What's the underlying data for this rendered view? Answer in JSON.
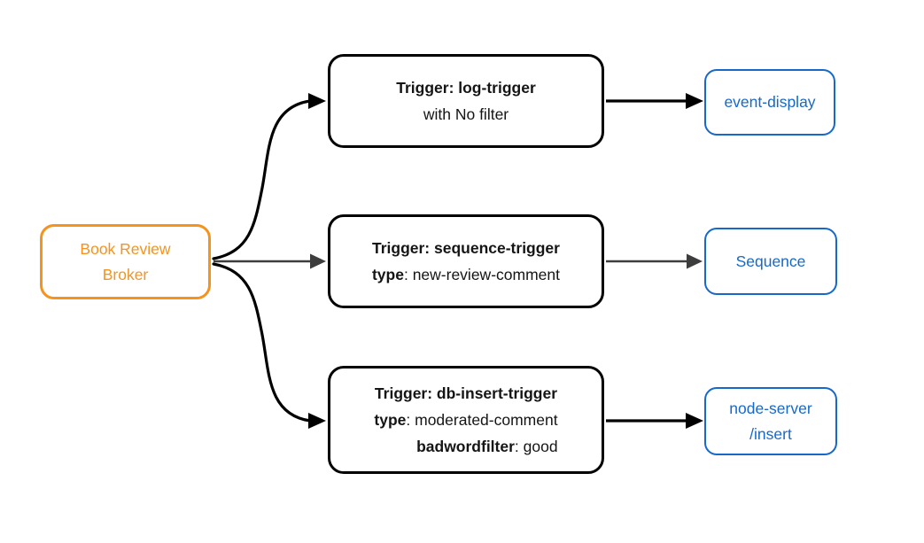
{
  "diagram_type": "event-flow",
  "broker": {
    "line1": "Book Review",
    "line2": "Broker"
  },
  "triggers": [
    {
      "title": "Trigger: log-trigger",
      "filter_note": "with No filter"
    },
    {
      "title": "Trigger: sequence-trigger",
      "attr1_key": "type",
      "attr1_value": ": new-review-comment"
    },
    {
      "title": "Trigger: db-insert-trigger",
      "attr1_key": "type",
      "attr1_value": ": moderated-comment",
      "attr2_key": "badwordfilter",
      "attr2_value": ": good"
    }
  ],
  "sinks": [
    {
      "label": "event-display"
    },
    {
      "label": "Sequence"
    },
    {
      "line1": "node-server",
      "line2": "/insert"
    }
  ],
  "colors": {
    "broker_accent": "#F5931E",
    "sink_accent": "#1669C9",
    "trigger_border": "#000000",
    "edge_primary": "#000000",
    "edge_secondary": "#3D3D3D",
    "background": "#FFFFFF"
  }
}
